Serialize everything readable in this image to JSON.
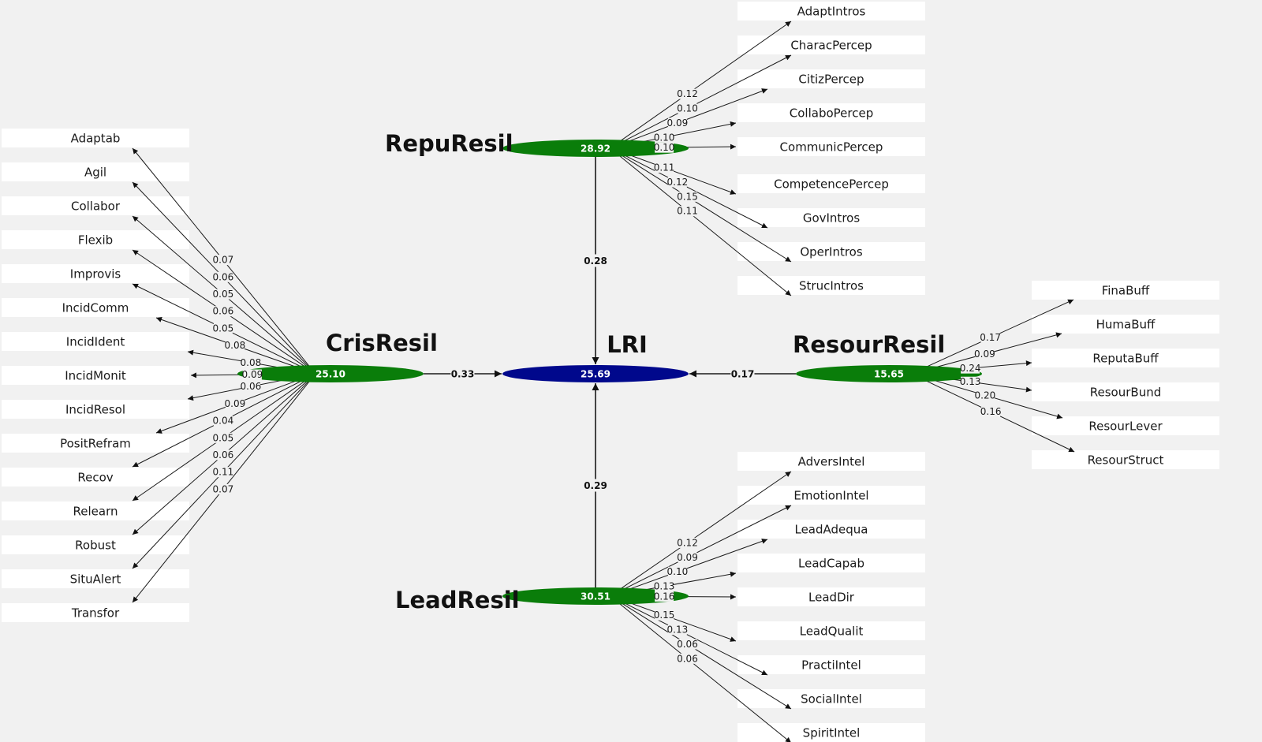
{
  "colors": {
    "construct": "#0a7d0a",
    "target": "#00088c",
    "background": "#f1f1f1"
  },
  "target": {
    "name": "LRI",
    "value": "25.69"
  },
  "constructs": [
    {
      "id": "repu",
      "name": "RepuResil",
      "value": "28.92",
      "path": "0.28",
      "indicators": [
        {
          "name": "AdaptIntros",
          "w": "0.12"
        },
        {
          "name": "CharacPercep",
          "w": "0.10"
        },
        {
          "name": "CitizPercep",
          "w": "0.09"
        },
        {
          "name": "CollaboPercep",
          "w": "0.10"
        },
        {
          "name": "CommunicPercep",
          "w": "0.10"
        },
        {
          "name": "CompetencePercep",
          "w": "0.11"
        },
        {
          "name": "GovIntros",
          "w": "0.12"
        },
        {
          "name": "OperIntros",
          "w": "0.15"
        },
        {
          "name": "StrucIntros",
          "w": "0.11"
        }
      ]
    },
    {
      "id": "cris",
      "name": "CrisResil",
      "value": "25.10",
      "path": "0.33",
      "indicators": [
        {
          "name": "Adaptab",
          "w": "0.07"
        },
        {
          "name": "Agil",
          "w": "0.06"
        },
        {
          "name": "Collabor",
          "w": "0.05"
        },
        {
          "name": "Flexib",
          "w": "0.06"
        },
        {
          "name": "Improvis",
          "w": "0.05"
        },
        {
          "name": "IncidComm",
          "w": "0.08"
        },
        {
          "name": "IncidIdent",
          "w": "0.08"
        },
        {
          "name": "IncidMonit",
          "w": "0.09"
        },
        {
          "name": "IncidResol",
          "w": "0.06"
        },
        {
          "name": "PositRefram",
          "w": "0.09"
        },
        {
          "name": "Recov",
          "w": "0.04"
        },
        {
          "name": "Relearn",
          "w": "0.05"
        },
        {
          "name": "Robust",
          "w": "0.06"
        },
        {
          "name": "SituAlert",
          "w": "0.11"
        },
        {
          "name": "Transfor",
          "w": "0.07"
        }
      ]
    },
    {
      "id": "resour",
      "name": "ResourResil",
      "value": "15.65",
      "path": "0.17",
      "indicators": [
        {
          "name": "FinaBuff",
          "w": "0.17"
        },
        {
          "name": "HumaBuff",
          "w": "0.09"
        },
        {
          "name": "ReputaBuff",
          "w": "0.24"
        },
        {
          "name": "ResourBund",
          "w": "0.13"
        },
        {
          "name": "ResourLever",
          "w": "0.20"
        },
        {
          "name": "ResourStruct",
          "w": "0.16"
        }
      ]
    },
    {
      "id": "lead",
      "name": "LeadResil",
      "value": "30.51",
      "path": "0.29",
      "indicators": [
        {
          "name": "AdversIntel",
          "w": "0.12"
        },
        {
          "name": "EmotionIntel",
          "w": "0.09"
        },
        {
          "name": "LeadAdequa",
          "w": "0.10"
        },
        {
          "name": "LeadCapab",
          "w": "0.13"
        },
        {
          "name": "LeadDir",
          "w": "0.16"
        },
        {
          "name": "LeadQualit",
          "w": "0.15"
        },
        {
          "name": "PractiIntel",
          "w": "0.13"
        },
        {
          "name": "SocialIntel",
          "w": "0.06"
        },
        {
          "name": "SpiritIntel",
          "w": "0.06"
        }
      ]
    }
  ]
}
